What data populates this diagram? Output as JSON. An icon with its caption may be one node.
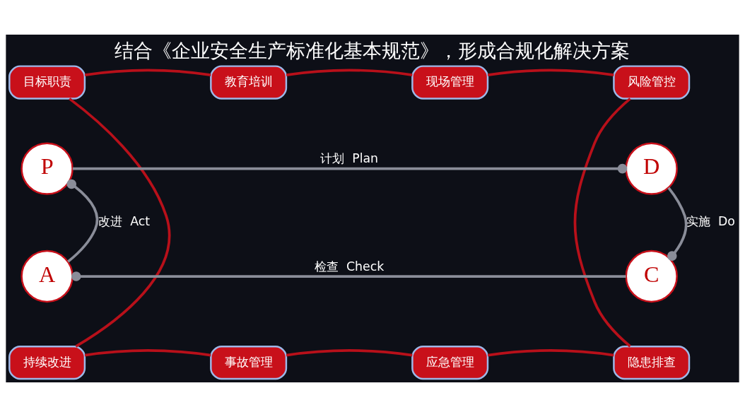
{
  "diagram": {
    "title": "结合《企业安全生产标准化基本规范》，形成合规化解决方案",
    "nodes": [
      {
        "text": [
          "目标职责"
        ]
      },
      {
        "text": [
          "教育培训"
        ]
      },
      {
        "text": [
          "现场管理"
        ]
      },
      {
        "text": [
          "风险管控"
        ]
      },
      {
        "text": [
          "持续改进"
        ]
      },
      {
        "text": [
          "事故管理"
        ]
      },
      {
        "text": [
          "应急管理"
        ]
      },
      {
        "text": [
          "隐患排查"
        ]
      },
      {
        "text": [
          "P"
        ]
      },
      {
        "text": [
          "D"
        ]
      },
      {
        "text": [
          "A"
        ]
      },
      {
        "text": [
          "C"
        ]
      }
    ],
    "edges": [
      {
        "from": 0,
        "to": 1,
        "arrow": "none"
      },
      {
        "from": 1,
        "to": 2,
        "arrow": "none"
      },
      {
        "from": 2,
        "to": 3,
        "arrow": "none"
      },
      {
        "from": 3,
        "to": 7,
        "arrow": "none"
      },
      {
        "from": 7,
        "to": 6,
        "arrow": "none"
      },
      {
        "from": 6,
        "to": 5,
        "arrow": "none"
      },
      {
        "from": 5,
        "to": 4,
        "arrow": "none"
      },
      {
        "from": 4,
        "to": 0,
        "arrow": "none"
      },
      {
        "from": 8,
        "to": 9,
        "arrow": "other",
        "label": "计划  Plan",
        "color": "#8a8d99"
      },
      {
        "from": 9,
        "to": 11,
        "arrow": "other",
        "label": "实施  Do",
        "color": "#8a8d99"
      },
      {
        "from": 11,
        "to": 10,
        "arrow": "other",
        "label": "检查  Check",
        "color": "#8a8d99"
      },
      {
        "from": 10,
        "to": 8,
        "arrow": "other",
        "label": "改进  Act",
        "color": "#8a8d99"
      }
    ]
  }
}
